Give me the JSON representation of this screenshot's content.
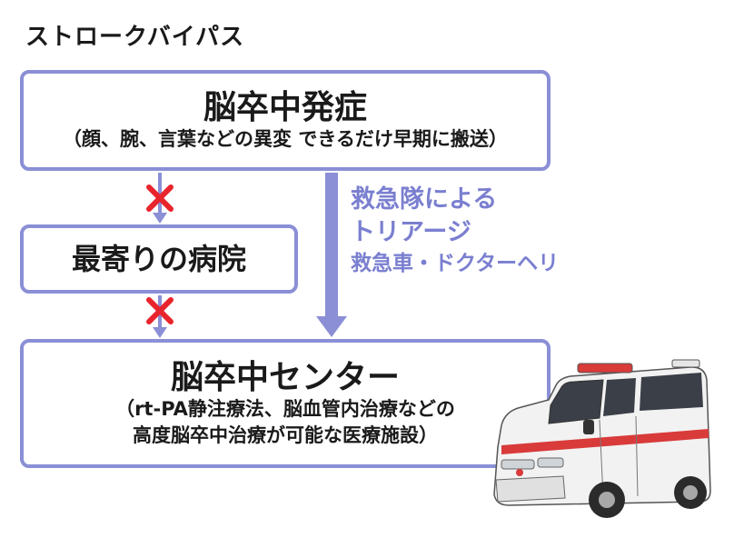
{
  "heading": "ストロークバイパス",
  "onset": {
    "title": "脳卒中発症",
    "subtitle": "（顔、腕、言葉などの異変 できるだけ早期に搬送）"
  },
  "nearest_hospital": {
    "title": "最寄りの病院"
  },
  "stroke_center": {
    "title": "脳卒中センター",
    "line1": "（rt-PA静注療法、脳血管内治療などの",
    "line2": "高度脳卒中治療が可能な医療施設）"
  },
  "triage": {
    "line1": "救急隊による",
    "line2": "トリアージ",
    "line3": "救急車・ドクターヘリ"
  },
  "colors": {
    "box_border": "#8a8fd6",
    "arrow": "#8a8fd6",
    "cross": "#e8242c",
    "triage_text": "#7a7fd0"
  },
  "icons": [
    "cross-mark-icon",
    "cross-mark-icon",
    "ambulance-icon"
  ]
}
